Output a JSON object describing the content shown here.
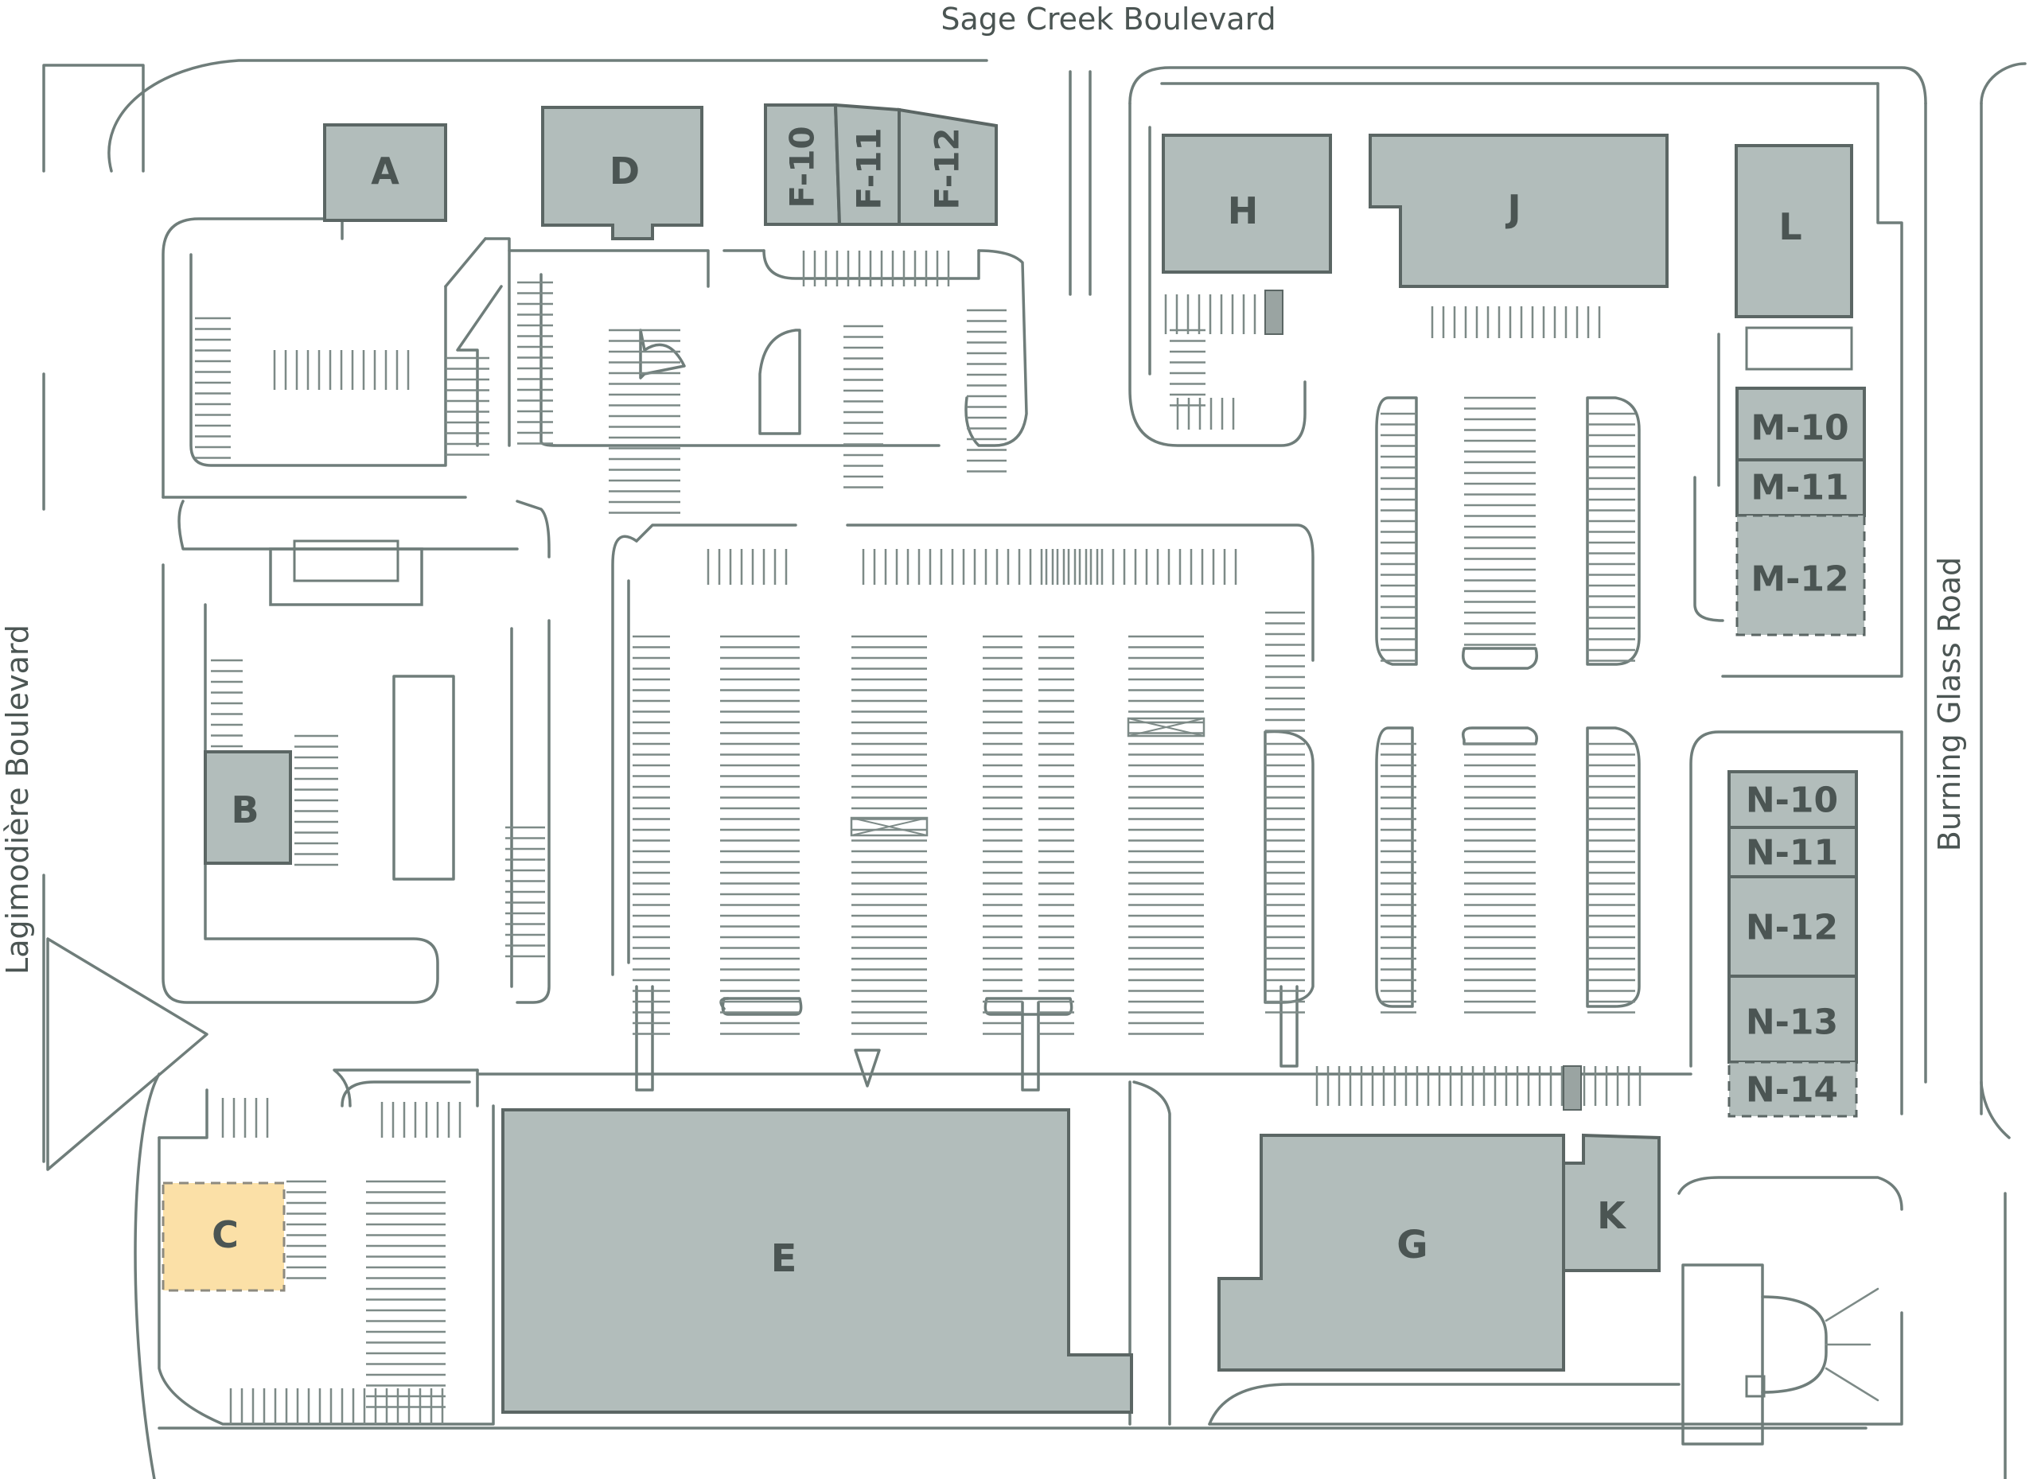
{
  "map": {
    "colors": {
      "building_fill": "#b2bdbb",
      "building_stroke": "#5b6664",
      "highlight_fill": "#fbe0a7",
      "highlight_stroke": "#8d8a7f",
      "line": "#6f7d7a",
      "label": "#4b5553"
    },
    "streets": {
      "north": "Sage Creek Boulevard",
      "west": "Lagimodière Boulevard",
      "east": "Burning Glass Road"
    },
    "units": {
      "A": "A",
      "B": "B",
      "C": "C",
      "D": "D",
      "E": "E",
      "F10": "F-10",
      "F11": "F-11",
      "F12": "F-12",
      "G": "G",
      "H": "H",
      "J": "J",
      "K": "K",
      "L": "L",
      "M10": "M-10",
      "M11": "M-11",
      "M12": "M-12",
      "N10": "N-10",
      "N11": "N-11",
      "N12": "N-12",
      "N13": "N-13",
      "N14": "N-14"
    },
    "available_unit": "C",
    "available_units_style": "dashed outline",
    "icons": [
      "pylon-sign-icon",
      "loading-dock-icon",
      "no-parking-zone-icon"
    ]
  }
}
